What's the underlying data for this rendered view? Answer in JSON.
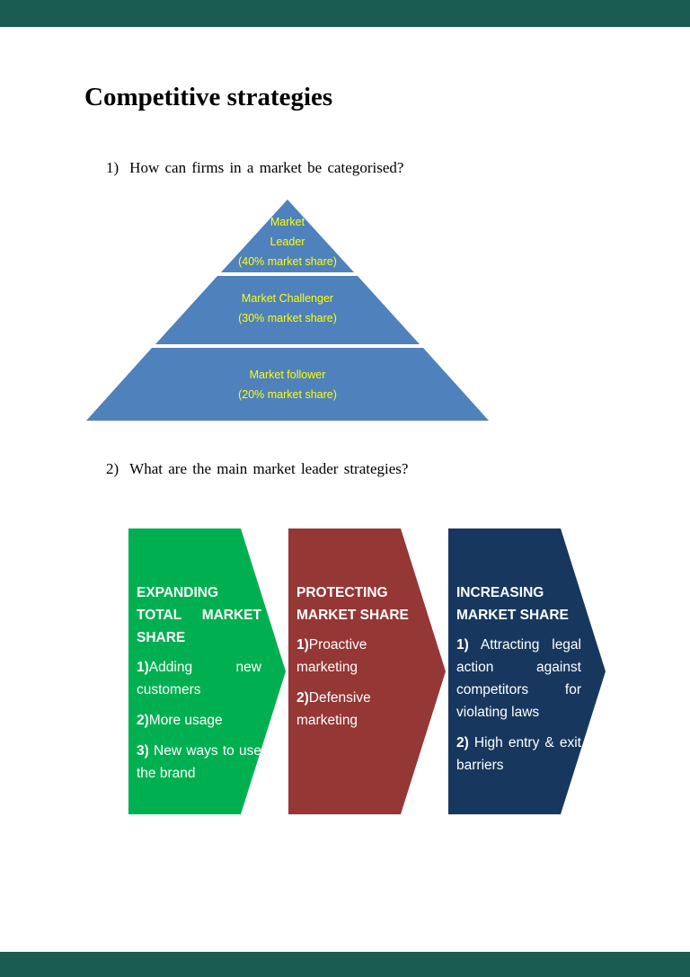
{
  "page": {
    "title": "Competitive strategies",
    "frame_color": "#1a5c52",
    "background_color": "#ffffff"
  },
  "questions": [
    {
      "number": "1)",
      "text": "How can firms in a market be categorised?"
    },
    {
      "number": "2)",
      "text": "What are the main market leader strategies?"
    }
  ],
  "pyramid": {
    "color": "#4f81bd",
    "text_color": "#ffff00",
    "levels": [
      {
        "name": "market-leader",
        "lines": [
          "Market",
          "Leader",
          "(40% market share)"
        ]
      },
      {
        "name": "market-challenger",
        "lines": [
          "Market Challenger",
          "(30% market share)"
        ]
      },
      {
        "name": "market-follower",
        "lines": [
          "Market follower",
          "(20% market share)"
        ]
      }
    ]
  },
  "strategies": [
    {
      "name": "expanding-total-market-share",
      "color": "#00b050",
      "heading": "EXPANDING TOTAL MARKET SHARE",
      "items": [
        {
          "num": "1)",
          "text": "Adding new customers"
        },
        {
          "num": "2)",
          "text": "More usage"
        },
        {
          "num": "3)",
          "text": " New ways to use the brand"
        }
      ]
    },
    {
      "name": "protecting-market-share",
      "color": "#953735",
      "heading": "PROTECTING MARKET SHARE",
      "items": [
        {
          "num": "1)",
          "text": "Proactive marketing"
        },
        {
          "num": "2)",
          "text": "Defensive marketing"
        }
      ]
    },
    {
      "name": "increasing-market-share",
      "color": "#17375e",
      "heading": "INCREASING MARKET SHARE",
      "items": [
        {
          "num": "1)",
          "text": " Attracting legal action against competitors for violating laws"
        },
        {
          "num": "2)",
          "text": " High entry & exit barriers"
        }
      ]
    }
  ]
}
